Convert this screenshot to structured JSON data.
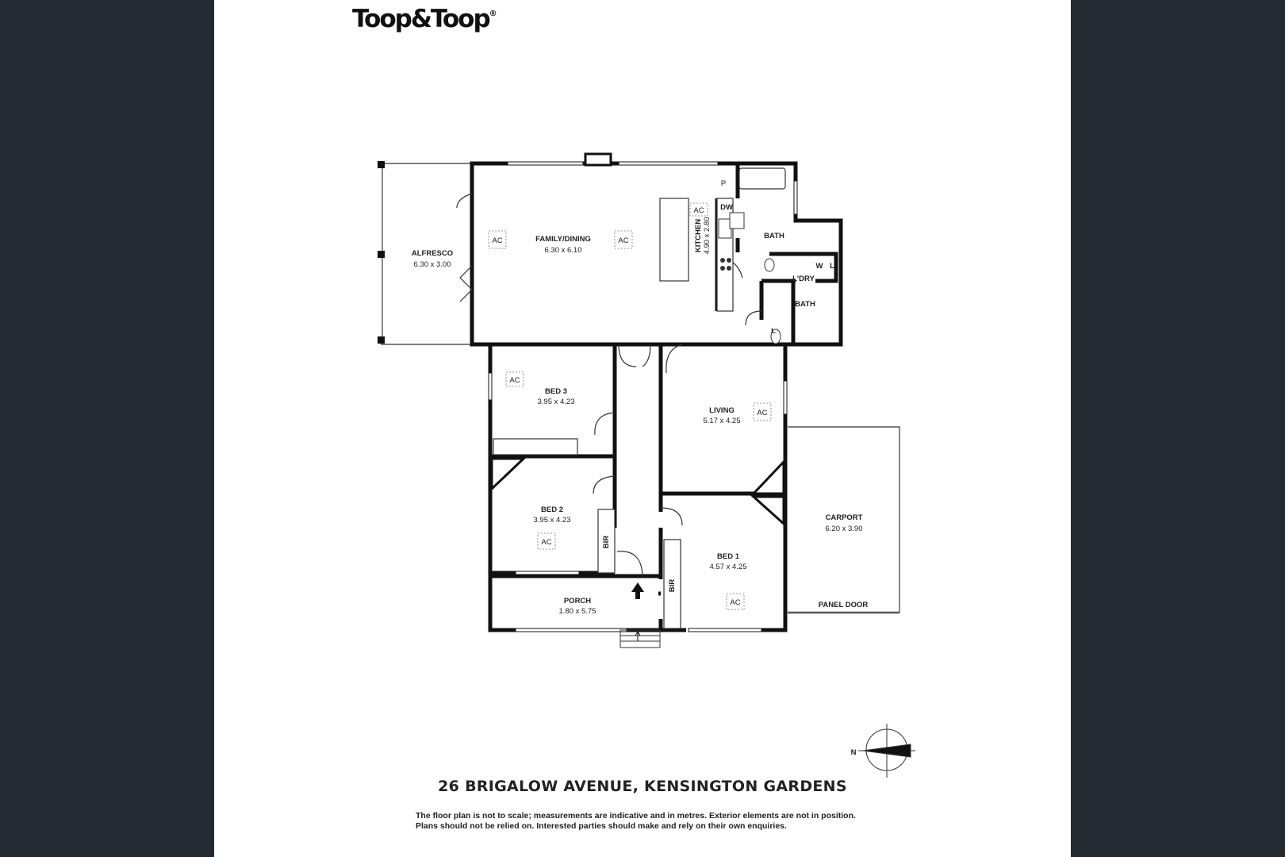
{
  "brand": {
    "logo_text": "Toop&Toop",
    "logo_mark": "®"
  },
  "rooms": {
    "alfresco": {
      "name": "ALFRESCO",
      "size": "6.30 x 3.00"
    },
    "family_dining": {
      "name": "FAMILY/DINING",
      "size": "6.30 x 6.10"
    },
    "kitchen": {
      "name": "KITCHEN",
      "size": "4.90 x 2.80"
    },
    "bath_main": {
      "name": "BATH"
    },
    "bath_ensuite": {
      "name": "BATH"
    },
    "laundry": {
      "name": "L'DRY"
    },
    "bed3": {
      "name": "BED 3",
      "size": "3.95 x 4.23"
    },
    "living": {
      "name": "LIVING",
      "size": "5.17 x 4.25"
    },
    "bed2": {
      "name": "BED 2",
      "size": "3.95 x 4.23"
    },
    "bed1": {
      "name": "BED 1",
      "size": "4.57 x 4.25"
    },
    "carport": {
      "name": "CARPORT",
      "size": "6.20 x 3.90"
    },
    "porch": {
      "name": "PORCH",
      "size": "1.80 x 5.75"
    }
  },
  "fixture_labels": {
    "ac": "AC",
    "pantry": "P",
    "dishwasher": "DW",
    "washer": "W",
    "linen": "L",
    "bir": "BIR",
    "panel_door": "PANEL DOOR"
  },
  "compass": {
    "north_label": "N"
  },
  "address": "26 BRIGALOW AVENUE, KENSINGTON GARDENS",
  "disclaimer": [
    "The floor plan is not to scale; measurements are indicative and in metres. Exterior elements are not in position.",
    "Plans should not be relied on. Interested parties should make and rely on their own enquiries."
  ]
}
